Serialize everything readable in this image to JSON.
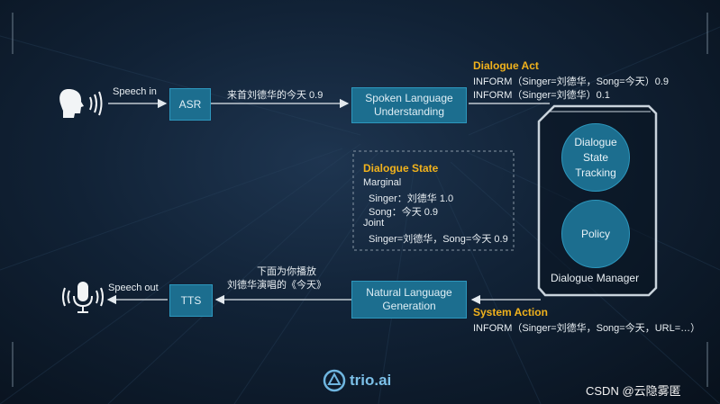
{
  "speech_in_label": "Speech in",
  "speech_out_label": "Speech out",
  "asr_label": "ASR",
  "tts_label": "TTS",
  "asr_output_text": "来首刘德华的今天 0.9",
  "slu_label_line1": "Spoken Language",
  "slu_label_line2": "Understanding",
  "nlg_label_line1": "Natural Language",
  "nlg_label_line2": "Generation",
  "tts_input_line1": "下面为你播放",
  "tts_input_line2": "刘德华演唱的《今天》",
  "dialogue_act": {
    "title": "Dialogue Act",
    "lines": [
      "INFORM（Singer=刘德华，Song=今天）0.9",
      "INFORM（Singer=刘德华）0.1"
    ]
  },
  "dialogue_state": {
    "title": "Dialogue State",
    "lines": [
      "Marginal",
      "Singer：刘德华  1.0",
      "Song：今天  0.9",
      "Joint",
      "Singer=刘德华，Song=今天  0.9"
    ]
  },
  "dst_lines": [
    "Dialogue",
    "State",
    "Tracking"
  ],
  "policy_label": "Policy",
  "dialogue_manager_label": "Dialogue Manager",
  "system_action": {
    "title": "System Action",
    "line": "INFORM（Singer=刘德华，Song=今天，URL=…）"
  },
  "logo_text": "trio.ai",
  "watermark": "CSDN @云隐雾匿",
  "colors": {
    "accent": "#f1b21c",
    "box_fill": "#1c6e8f",
    "box_border": "#2d97bd",
    "frame": "#c9d3dc"
  },
  "icons": [
    "head-speaking-icon",
    "microphone-icon",
    "trio-logo-icon"
  ]
}
